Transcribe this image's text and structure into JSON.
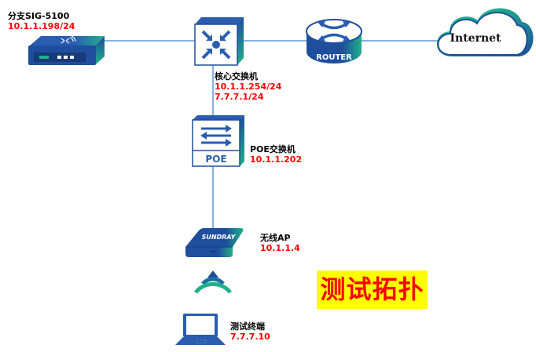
{
  "title_banner": "测试拓扑",
  "colors": {
    "link": "#5b9bd5",
    "device_blue": "#1f4e9c",
    "device_teal": "#1fb08a",
    "ip_text": "#ff0000",
    "banner_bg": "#ffff00",
    "banner_text": "#ff0000"
  },
  "nodes": {
    "branch_sig": {
      "name": "分支SIG-5100",
      "ips": [
        "10.1.1.198/24"
      ],
      "icon": "security-gateway-icon"
    },
    "core_switch": {
      "name": "核心交换机",
      "ips": [
        "10.1.1.254/24",
        "7.7.7.1/24"
      ],
      "icon": "core-switch-icon"
    },
    "router": {
      "name": "ROUTER",
      "icon": "router-icon"
    },
    "internet": {
      "name": "Internet",
      "icon": "cloud-icon"
    },
    "poe_switch": {
      "name": "POE交换机",
      "ips": [
        "10.1.1.202"
      ],
      "badge": "POE",
      "icon": "poe-switch-icon"
    },
    "wireless_ap": {
      "name": "无线AP",
      "ips": [
        "10.1.1.4"
      ],
      "brand": "SUNDRAY",
      "icon": "access-point-icon"
    },
    "test_terminal": {
      "name": "测试终端",
      "ips": [
        "7.7.7.10"
      ],
      "icon": "laptop-icon"
    }
  },
  "links": [
    {
      "from": "branch_sig",
      "to": "core_switch"
    },
    {
      "from": "core_switch",
      "to": "router"
    },
    {
      "from": "router",
      "to": "internet"
    },
    {
      "from": "core_switch",
      "to": "poe_switch"
    },
    {
      "from": "poe_switch",
      "to": "wireless_ap"
    },
    {
      "from": "wireless_ap",
      "to": "test_terminal",
      "type": "wireless"
    }
  ]
}
